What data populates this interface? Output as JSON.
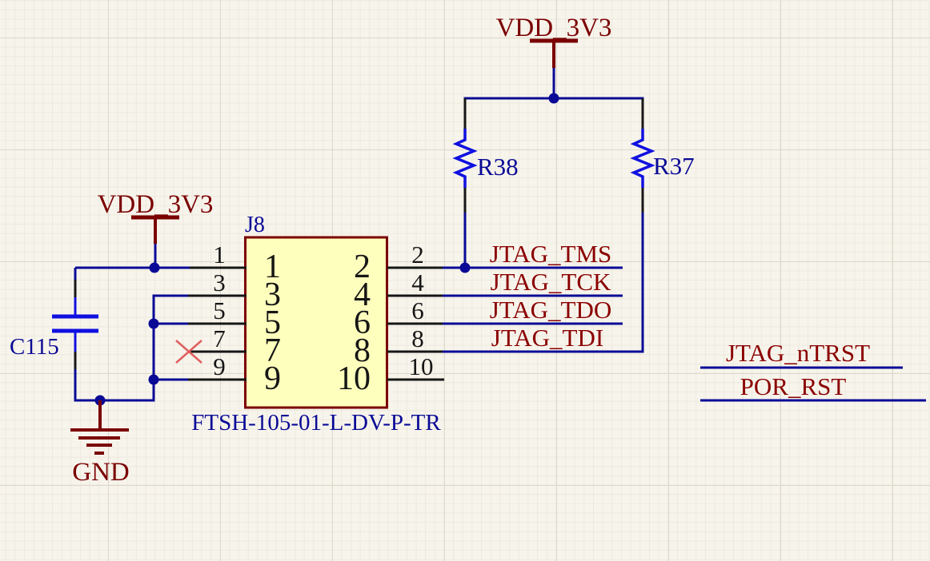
{
  "component": {
    "designator": "J8",
    "part_number": "FTSH-105-01-L-DV-P-TR",
    "pins_left": [
      "1",
      "3",
      "5",
      "7",
      "9"
    ],
    "pins_right": [
      "2",
      "4",
      "6",
      "8",
      "10"
    ]
  },
  "power": {
    "vdd_top": "VDD_3V3",
    "vdd_left": "VDD_3V3",
    "gnd": "GND"
  },
  "parts": {
    "r38": "R38",
    "r37": "R37",
    "c115": "C115"
  },
  "nets": {
    "tms": "JTAG_TMS",
    "tck": "JTAG_TCK",
    "tdo": "JTAG_TDO",
    "tdi": "JTAG_TDI",
    "ntrst": "JTAG_nTRST",
    "por_rst": "POR_RST"
  },
  "colors": {
    "background": "#F7F4EC",
    "wire": "#0A0A96",
    "symbol_graphic": "#1010E0",
    "pin_lead": "#161616",
    "power_symbol": "#7A0000",
    "net_label": "#8B0000",
    "designator_text": "#0A0A96",
    "component_fill": "#FFFFBD",
    "component_border": "#7A0101",
    "no_erc_marker": "#E06060"
  }
}
